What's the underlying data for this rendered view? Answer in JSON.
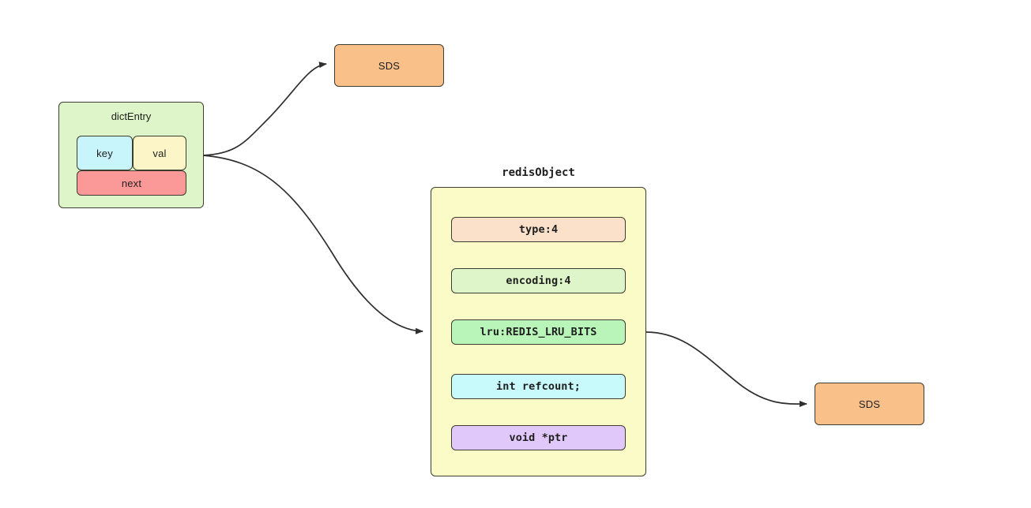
{
  "diagram": {
    "type": "structure-pointer-diagram",
    "background": "#ffffff",
    "edge_color": "#2f2f2f"
  },
  "dict_entry": {
    "title": "dictEntry",
    "fill": "#ddf5c8",
    "border": "#3d3d30",
    "fields": [
      {
        "label": "key",
        "fill": "#c8f5fb"
      },
      {
        "label": "val",
        "fill": "#fbf5c8"
      },
      {
        "label": "next",
        "fill": "#fb9898"
      }
    ]
  },
  "sds_top": {
    "label": "SDS",
    "fill": "#f9c08a"
  },
  "sds_right": {
    "label": "SDS",
    "fill": "#f9c08a"
  },
  "redis_object": {
    "title": "redisObject",
    "fill": "#fbfbc8",
    "border": "#3d3d30",
    "rows": [
      {
        "label": "type:4",
        "fill": "#fbe1ca"
      },
      {
        "label": "encoding:4",
        "fill": "#ddf5c8"
      },
      {
        "label": "lru:REDIS_LRU_BITS",
        "fill": "#b9f5b9"
      },
      {
        "label": "int refcount;",
        "fill": "#c8f9fb"
      },
      {
        "label": "void *ptr",
        "fill": "#e1c8fb"
      }
    ]
  },
  "edges": [
    {
      "name": "dictentry-to-sds-top",
      "from": "dictEntry",
      "to": "SDS"
    },
    {
      "name": "dictentry-to-redisobject",
      "from": "dictEntry",
      "to": "redisObject"
    },
    {
      "name": "redisobject-to-sds-right",
      "from": "redisObject",
      "to": "SDS"
    }
  ]
}
